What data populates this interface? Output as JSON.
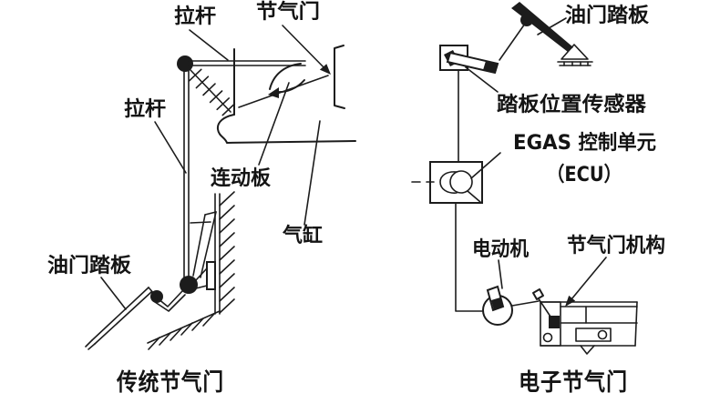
{
  "colors": {
    "background": "#ffffff",
    "ink": "#1c1c1c"
  },
  "left_diagram": {
    "caption": "传统节气门",
    "labels": {
      "pull_rod_top": "拉杆",
      "throttle_valve": "节气门",
      "pull_rod_side": "拉杆",
      "linkage_plate": "连动板",
      "cylinder": "气缸",
      "accelerator_pedal": "油门踏板"
    }
  },
  "right_diagram": {
    "caption": "电子节气门",
    "labels": {
      "accelerator_pedal": "油门踏板",
      "pedal_position_sensor": "踏板位置传感器",
      "control_unit_line1": "EGAS 控制单元",
      "control_unit_line2": "（ECU）",
      "electric_motor": "电动机",
      "throttle_mechanism": "节气门机构"
    }
  }
}
